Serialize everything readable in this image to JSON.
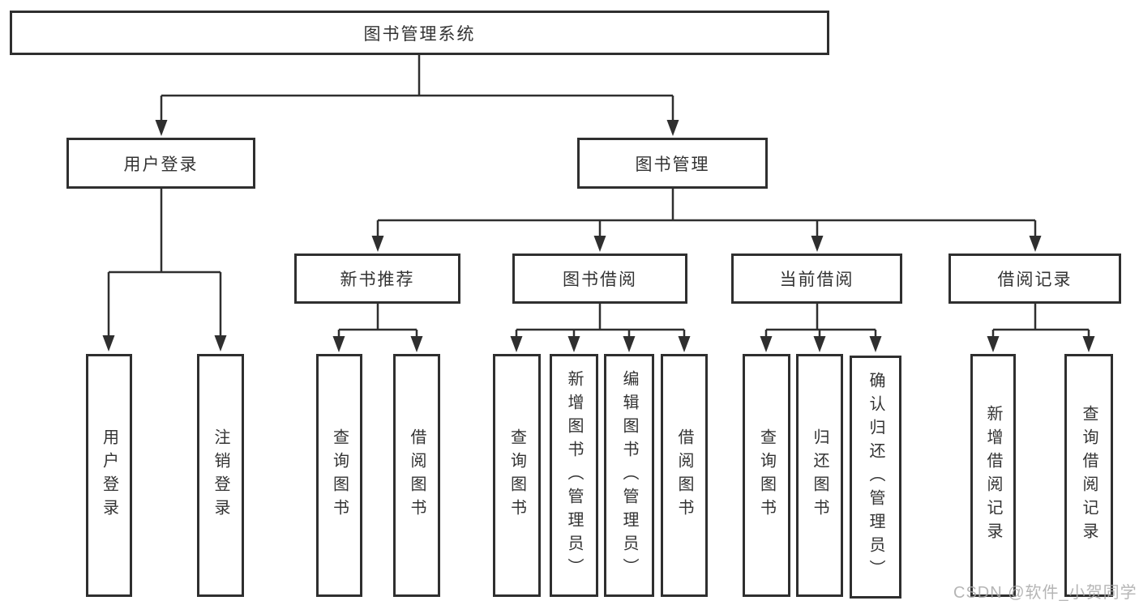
{
  "diagram": {
    "root": {
      "label": "图书管理系统"
    },
    "user_branch": {
      "label": "用户登录",
      "leaves": [
        {
          "label": "用户登录"
        },
        {
          "label": "注销登录"
        }
      ]
    },
    "book_branch": {
      "label": "图书管理",
      "sections": [
        {
          "label": "新书推荐",
          "leaves": [
            {
              "label": "查询图书"
            },
            {
              "label": "借阅图书"
            }
          ]
        },
        {
          "label": "图书借阅",
          "leaves": [
            {
              "label": "查询图书"
            },
            {
              "label": "新增图书（管理员）"
            },
            {
              "label": "编辑图书（管理员）"
            },
            {
              "label": "借阅图书"
            }
          ]
        },
        {
          "label": "当前借阅",
          "leaves": [
            {
              "label": "查询图书"
            },
            {
              "label": "归还图书"
            },
            {
              "label": "确认归还（管理员）"
            }
          ]
        },
        {
          "label": "借阅记录",
          "leaves": [
            {
              "label": "新增借阅记录"
            },
            {
              "label": "查询借阅记录"
            }
          ]
        }
      ]
    },
    "colors": {
      "line": "#2f2f2f",
      "text": "#333333",
      "background": "#ffffff",
      "watermark": "#a9a9a9"
    }
  },
  "watermark": {
    "text": "CSDN @软件_小贺同学"
  }
}
